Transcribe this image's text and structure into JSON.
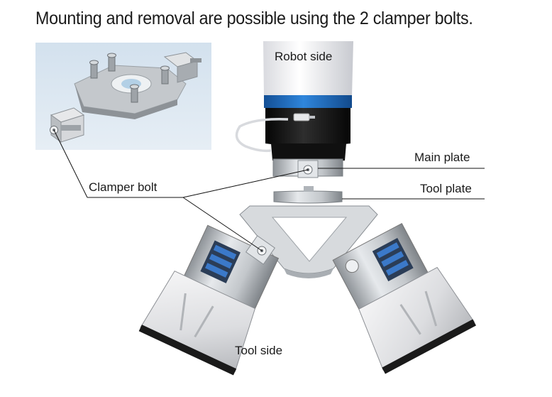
{
  "headline": "Mounting and removal are possible using the 2 clamper bolts.",
  "labels": {
    "robot_side": "Robot side",
    "main_plate": "Main plate",
    "tool_plate": "Tool plate",
    "clamper_bolt": "Clamper bolt",
    "tool_side": "Tool side"
  },
  "colors": {
    "robot_cover": "#f4f4f6",
    "blue_ring": "#1f6fc4",
    "black_body": "#141414",
    "metal": "#c9cdd1",
    "inset_bg": "#dde8f2",
    "leader_line": "#111111"
  }
}
